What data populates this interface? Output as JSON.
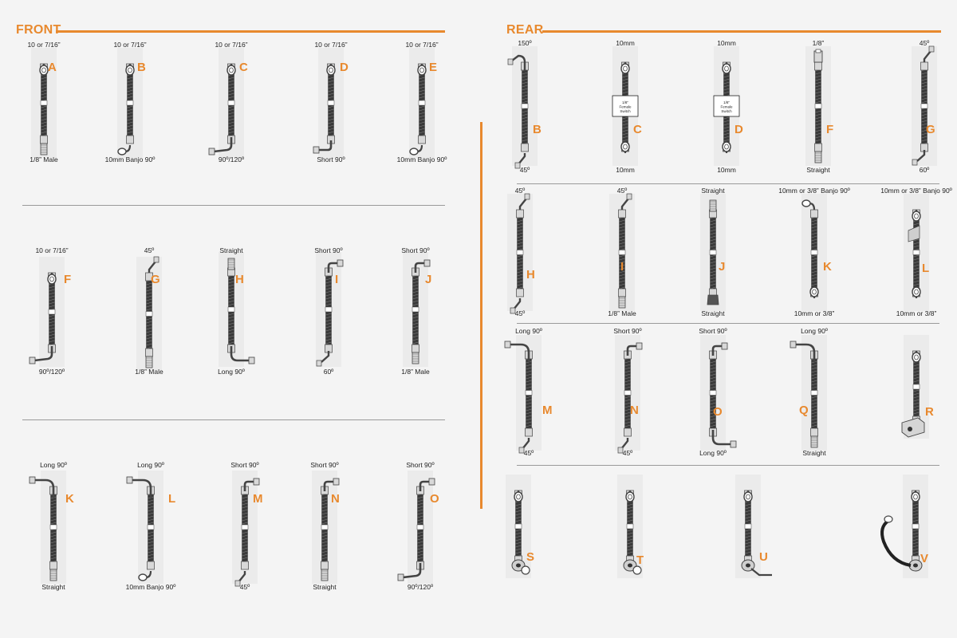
{
  "colors": {
    "accent": "#e8892e",
    "hose": "#3a3a3a",
    "metal": "#d8d8d8",
    "outline": "#444444",
    "divider": "#9a9a9a"
  },
  "front": {
    "title": "FRONT",
    "items": [
      {
        "letter": "A",
        "top": "10 or 7/16”",
        "bottom": "1/8” Male",
        "top_end": "banjo",
        "bottom_end": "male"
      },
      {
        "letter": "B",
        "top": "10 or 7/16”",
        "bottom": "10mm Banjo 90º",
        "top_end": "banjo",
        "bottom_end": "banjo90"
      },
      {
        "letter": "C",
        "top": "10 or 7/16”",
        "bottom": "90º/120º",
        "top_end": "banjo",
        "bottom_end": "bend120"
      },
      {
        "letter": "D",
        "top": "10 or 7/16”",
        "bottom": "Short 90º",
        "top_end": "banjo",
        "bottom_end": "short90"
      },
      {
        "letter": "E",
        "top": "10 or 7/16”",
        "bottom": "10mm Banjo 90º",
        "top_end": "banjo",
        "bottom_end": "banjo90"
      },
      {
        "letter": "F",
        "top": "10 or 7/16”",
        "bottom": "90º/120º",
        "top_end": "banjo",
        "bottom_end": "bend120"
      },
      {
        "letter": "G",
        "top": "45º",
        "bottom": "1/8” Male",
        "top_end": "bend45",
        "bottom_end": "male"
      },
      {
        "letter": "H",
        "top": "Straight",
        "bottom": "Long 90º",
        "top_end": "male",
        "bottom_end": "long90"
      },
      {
        "letter": "I",
        "top": "Short 90º",
        "bottom": "60º",
        "top_end": "short90up",
        "bottom_end": "bend60"
      },
      {
        "letter": "J",
        "top": "Short 90º",
        "bottom": "1/8” Male",
        "top_end": "short90up",
        "bottom_end": "male"
      },
      {
        "letter": "K",
        "top": "Long 90º",
        "bottom": "Straight",
        "top_end": "long90up",
        "bottom_end": "male"
      },
      {
        "letter": "L",
        "top": "Long 90º",
        "bottom": "10mm Banjo 90º",
        "top_end": "long90up",
        "bottom_end": "banjo90"
      },
      {
        "letter": "M",
        "top": "Short 90º",
        "bottom": "45º",
        "top_end": "short90up",
        "bottom_end": "bend45"
      },
      {
        "letter": "N",
        "top": "Short 90º",
        "bottom": "Straight",
        "top_end": "short90up",
        "bottom_end": "male"
      },
      {
        "letter": "O",
        "top": "Short 90º",
        "bottom": "90º/120º",
        "top_end": "short90up",
        "bottom_end": "bend120"
      }
    ]
  },
  "rear": {
    "title": "REAR",
    "items": [
      {
        "letter": "B",
        "top": "150º",
        "bottom": "45º",
        "top_end": "bend150",
        "bottom_end": "bend45"
      },
      {
        "letter": "C",
        "top": "10mm",
        "bottom": "10mm",
        "top_end": "banjo",
        "bottom_end": "banjo",
        "switch": "1/8” Female Switch"
      },
      {
        "letter": "D",
        "top": "10mm",
        "bottom": "10mm",
        "top_end": "banjo",
        "bottom_end": "banjo",
        "switch": "1/8” Female Switch"
      },
      {
        "letter": "F",
        "top": "1/8”",
        "bottom": "Straight",
        "top_end": "female",
        "bottom_end": "male"
      },
      {
        "letter": "G",
        "top": "45º",
        "bottom": "60º",
        "top_end": "bend45",
        "bottom_end": "bend60"
      },
      {
        "letter": "H",
        "top": "45º",
        "bottom": "45º",
        "top_end": "bend45",
        "bottom_end": "bend45"
      },
      {
        "letter": "I",
        "top": "45º",
        "bottom": "1/8” Male",
        "top_end": "bend45",
        "bottom_end": "male"
      },
      {
        "letter": "J",
        "top": "Straight",
        "bottom": "Straight",
        "top_end": "male",
        "bottom_end": "bigfemale"
      },
      {
        "letter": "K",
        "top": "10mm or 3/8” Banjo 90º",
        "bottom": "10mm or 3/8”",
        "top_end": "banjo90up",
        "bottom_end": "banjo"
      },
      {
        "letter": "L",
        "top": "10mm or 3/8” Banjo 90º",
        "bottom": "10mm or 3/8”",
        "top_end": "banjo",
        "bottom_end": "banjo",
        "bracket": true
      },
      {
        "letter": "M",
        "top": "Long 90º",
        "bottom": "45º",
        "top_end": "long90up",
        "bottom_end": "bend45"
      },
      {
        "letter": "N",
        "top": "Short 90º",
        "bottom": "45º",
        "top_end": "short90up",
        "bottom_end": "bend45"
      },
      {
        "letter": "O",
        "top": "Short 90º",
        "bottom": "Long 90º",
        "top_end": "short90up",
        "bottom_end": "long90"
      },
      {
        "letter": "Q",
        "top": "Long 90º",
        "bottom": "Straight",
        "top_end": "long90up",
        "bottom_end": "male"
      },
      {
        "letter": "R",
        "top": "",
        "bottom": "",
        "top_end": "banjo",
        "bottom_end": "block"
      },
      {
        "letter": "S",
        "top": "",
        "bottom": "",
        "top_end": "banjo",
        "bottom_end": "tblock"
      },
      {
        "letter": "T",
        "top": "",
        "bottom": "",
        "top_end": "banjo",
        "bottom_end": "tblock"
      },
      {
        "letter": "U",
        "top": "",
        "bottom": "",
        "top_end": "banjo",
        "bottom_end": "tblockline"
      },
      {
        "letter": "V",
        "top": "",
        "bottom": "",
        "top_end": "banjo",
        "bottom_end": "tblockdouble"
      }
    ]
  }
}
